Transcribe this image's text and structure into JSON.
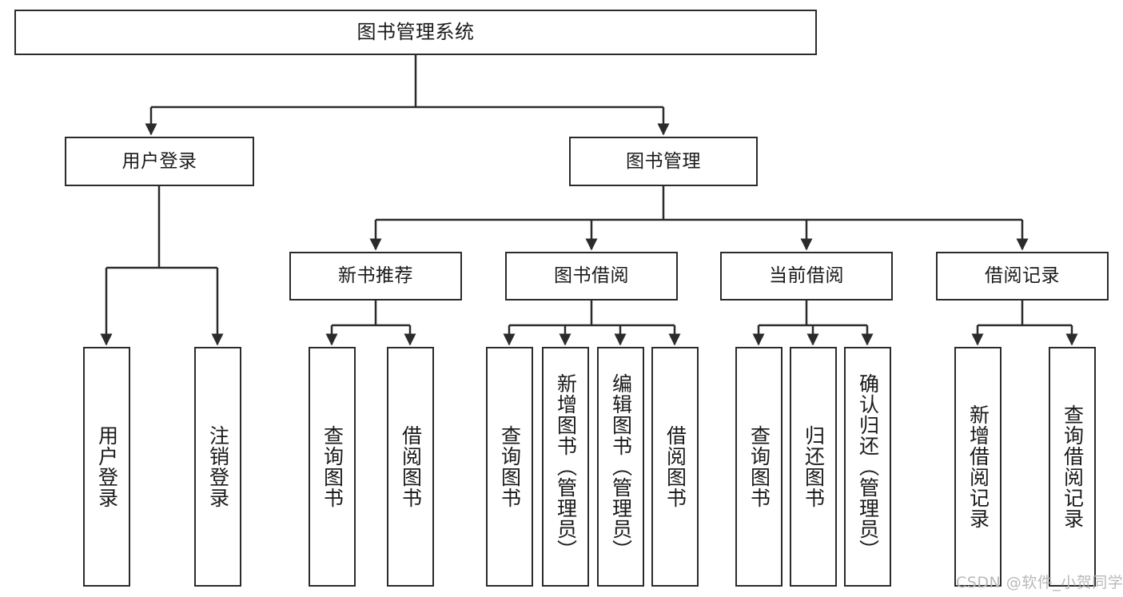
{
  "diagram": {
    "title": "图书管理系统",
    "type": "tree-hierarchy",
    "root": {
      "label": "图书管理系统"
    },
    "level2": [
      {
        "label": "用户登录"
      },
      {
        "label": "图书管理"
      }
    ],
    "level3": [
      {
        "label": "新书推荐"
      },
      {
        "label": "图书借阅"
      },
      {
        "label": "当前借阅"
      },
      {
        "label": "借阅记录"
      }
    ],
    "leaves": [
      {
        "label": "用户登录",
        "parent": "用户登录"
      },
      {
        "label": "注销登录",
        "parent": "用户登录"
      },
      {
        "label": "查询图书",
        "parent": "新书推荐"
      },
      {
        "label": "借阅图书",
        "parent": "新书推荐"
      },
      {
        "label": "查询图书",
        "parent": "图书借阅"
      },
      {
        "label": "新增图书（管理员）",
        "parent": "图书借阅"
      },
      {
        "label": "编辑图书（管理员）",
        "parent": "图书借阅"
      },
      {
        "label": "借阅图书",
        "parent": "图书借阅"
      },
      {
        "label": "查询图书",
        "parent": "当前借阅"
      },
      {
        "label": "归还图书",
        "parent": "当前借阅"
      },
      {
        "label": "确认归还（管理员）",
        "parent": "当前借阅"
      },
      {
        "label": "新增借阅记录",
        "parent": "借阅记录"
      },
      {
        "label": "查询借阅记录",
        "parent": "借阅记录"
      }
    ]
  },
  "watermark": {
    "text": "CSDN @软件_小贺同学"
  },
  "colors": {
    "stroke": "#2b2b2b",
    "background": "#ffffff",
    "text": "#1a1a1a",
    "watermark": "#b9b9b9"
  }
}
